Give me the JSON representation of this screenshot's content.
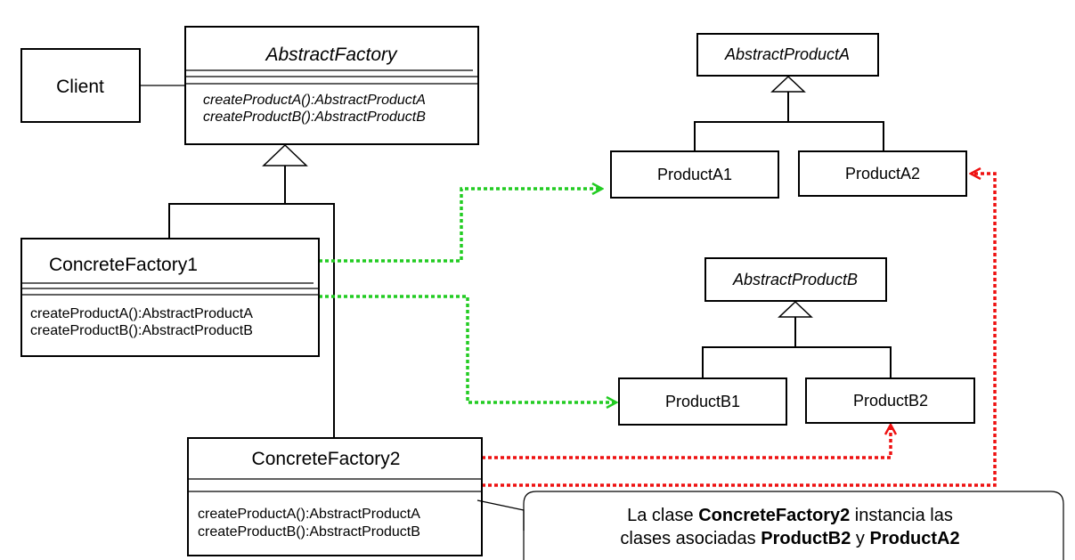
{
  "classes": {
    "abstract_factory": {
      "name": "AbstractFactory",
      "methods": [
        "createProductA():AbstractProductA",
        "createProductB():AbstractProductB"
      ]
    },
    "client": {
      "name": "Client"
    },
    "concrete_factory1": {
      "name": "ConcreteFactory1",
      "methods": [
        "createProductA():AbstractProductA",
        "createProductB():AbstractProductB"
      ]
    },
    "concrete_factory2": {
      "name": "ConcreteFactory2",
      "methods": [
        "createProductA():AbstractProductA",
        "createProductB():AbstractProductB"
      ]
    },
    "abstract_product_a": {
      "name": "AbstractProductA"
    },
    "product_a1": {
      "name": "ProductA1"
    },
    "product_a2": {
      "name": "ProductA2"
    },
    "abstract_product_b": {
      "name": "AbstractProductB"
    },
    "product_b1": {
      "name": "ProductB1"
    },
    "product_b2": {
      "name": "ProductB2"
    }
  },
  "note": {
    "line1_prefix": "La clase ",
    "line1_bold": "ConcreteFactory2",
    "line1_suffix": " instancia las",
    "line2_prefix": "clases asociadas ",
    "line2_bold1": "ProductB2",
    "line2_mid": " y ",
    "line2_bold2": "ProductA2"
  },
  "colors": {
    "factory1_dependency": "#22cc22",
    "factory2_dependency": "#ee1111"
  }
}
